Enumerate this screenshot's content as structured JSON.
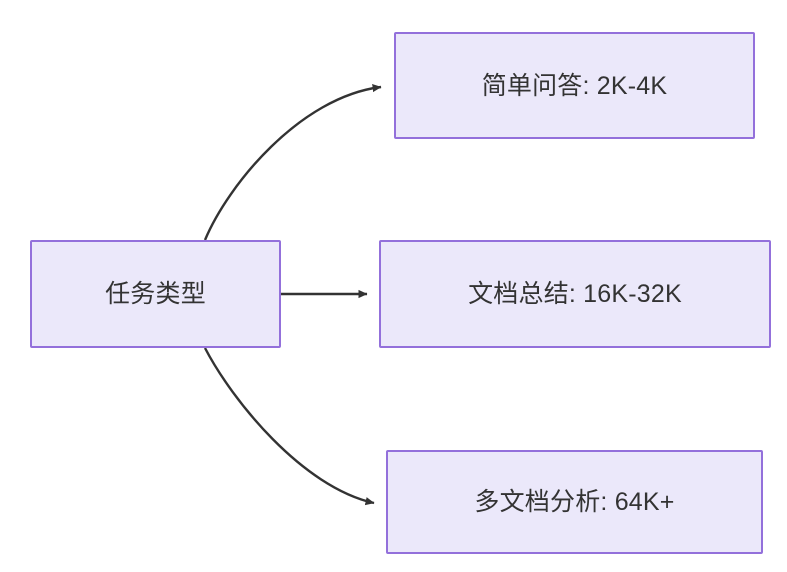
{
  "diagram": {
    "type": "flowchart",
    "direction": "left-to-right",
    "background_color": "#ffffff",
    "node_fill_color": "#ebe8fa",
    "node_border_color": "#9370db",
    "node_text_color": "#333333",
    "edge_color": "#333333",
    "source_node": {
      "id": "task-type",
      "label": "任务类型"
    },
    "target_nodes": [
      {
        "id": "simple-qa",
        "label": "简单问答: 2K-4K",
        "task": "简单问答",
        "range": "2K-4K"
      },
      {
        "id": "doc-summary",
        "label": "文档总结: 16K-32K",
        "task": "文档总结",
        "range": "16K-32K"
      },
      {
        "id": "multi-doc",
        "label": "多文档分析: 64K+",
        "task": "多文档分析",
        "range": "64K+"
      }
    ],
    "edges": [
      {
        "id": "edge-to-simple-qa",
        "from": "task-type",
        "to": "simple-qa",
        "style": "curved",
        "arrowhead": "solid-triangle"
      },
      {
        "id": "edge-to-doc-summary",
        "from": "task-type",
        "to": "doc-summary",
        "style": "straight",
        "arrowhead": "solid-triangle"
      },
      {
        "id": "edge-to-multi-doc",
        "from": "task-type",
        "to": "multi-doc",
        "style": "curved",
        "arrowhead": "solid-triangle"
      }
    ]
  }
}
